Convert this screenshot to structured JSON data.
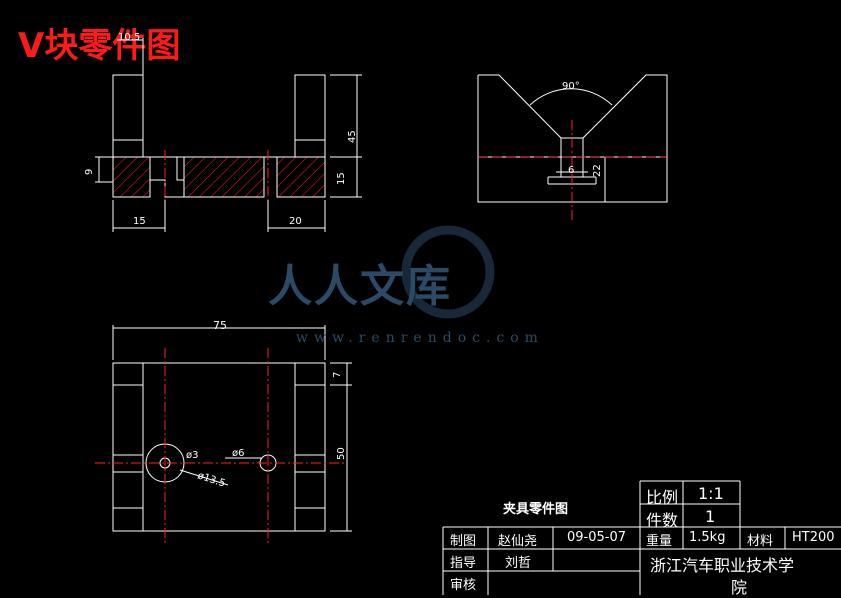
{
  "title": "V块零件图",
  "watermark": {
    "brand": "人人文库",
    "url": "www.renrendoc.com"
  },
  "dims": {
    "d10_5": "10.5",
    "d9": "9",
    "d15a": "15",
    "d20": "20",
    "d45": "45",
    "d15b": "15",
    "d90": "90°",
    "d22": "22",
    "d6": "6",
    "d75": "75",
    "d7": "7",
    "d50": "50",
    "phi3": "ø3",
    "phi13_5": "ø13.5",
    "phi6": "ø6"
  },
  "title_block": {
    "part_name": "夹具零件图",
    "scale_label": "比例",
    "scale_value": "1:1",
    "qty_label": "件数",
    "qty_value": "1",
    "drawn_label": "制图",
    "drawn_by": "赵仙尧",
    "date": "09-05-07",
    "weight_label": "重量",
    "weight_value": "1.5kg",
    "material_label": "材料",
    "material_value": "HT200",
    "guide_label": "指导",
    "guide_by": "刘哲",
    "check_label": "审核",
    "school_line1": "浙江汽车职业技术学",
    "school_line2": "院"
  },
  "colors": {
    "outline": "#ffffff",
    "hatch": "#ff2020",
    "center": "#ff2020",
    "title": "#ff1a1a",
    "watermark": "#2a4a66"
  }
}
